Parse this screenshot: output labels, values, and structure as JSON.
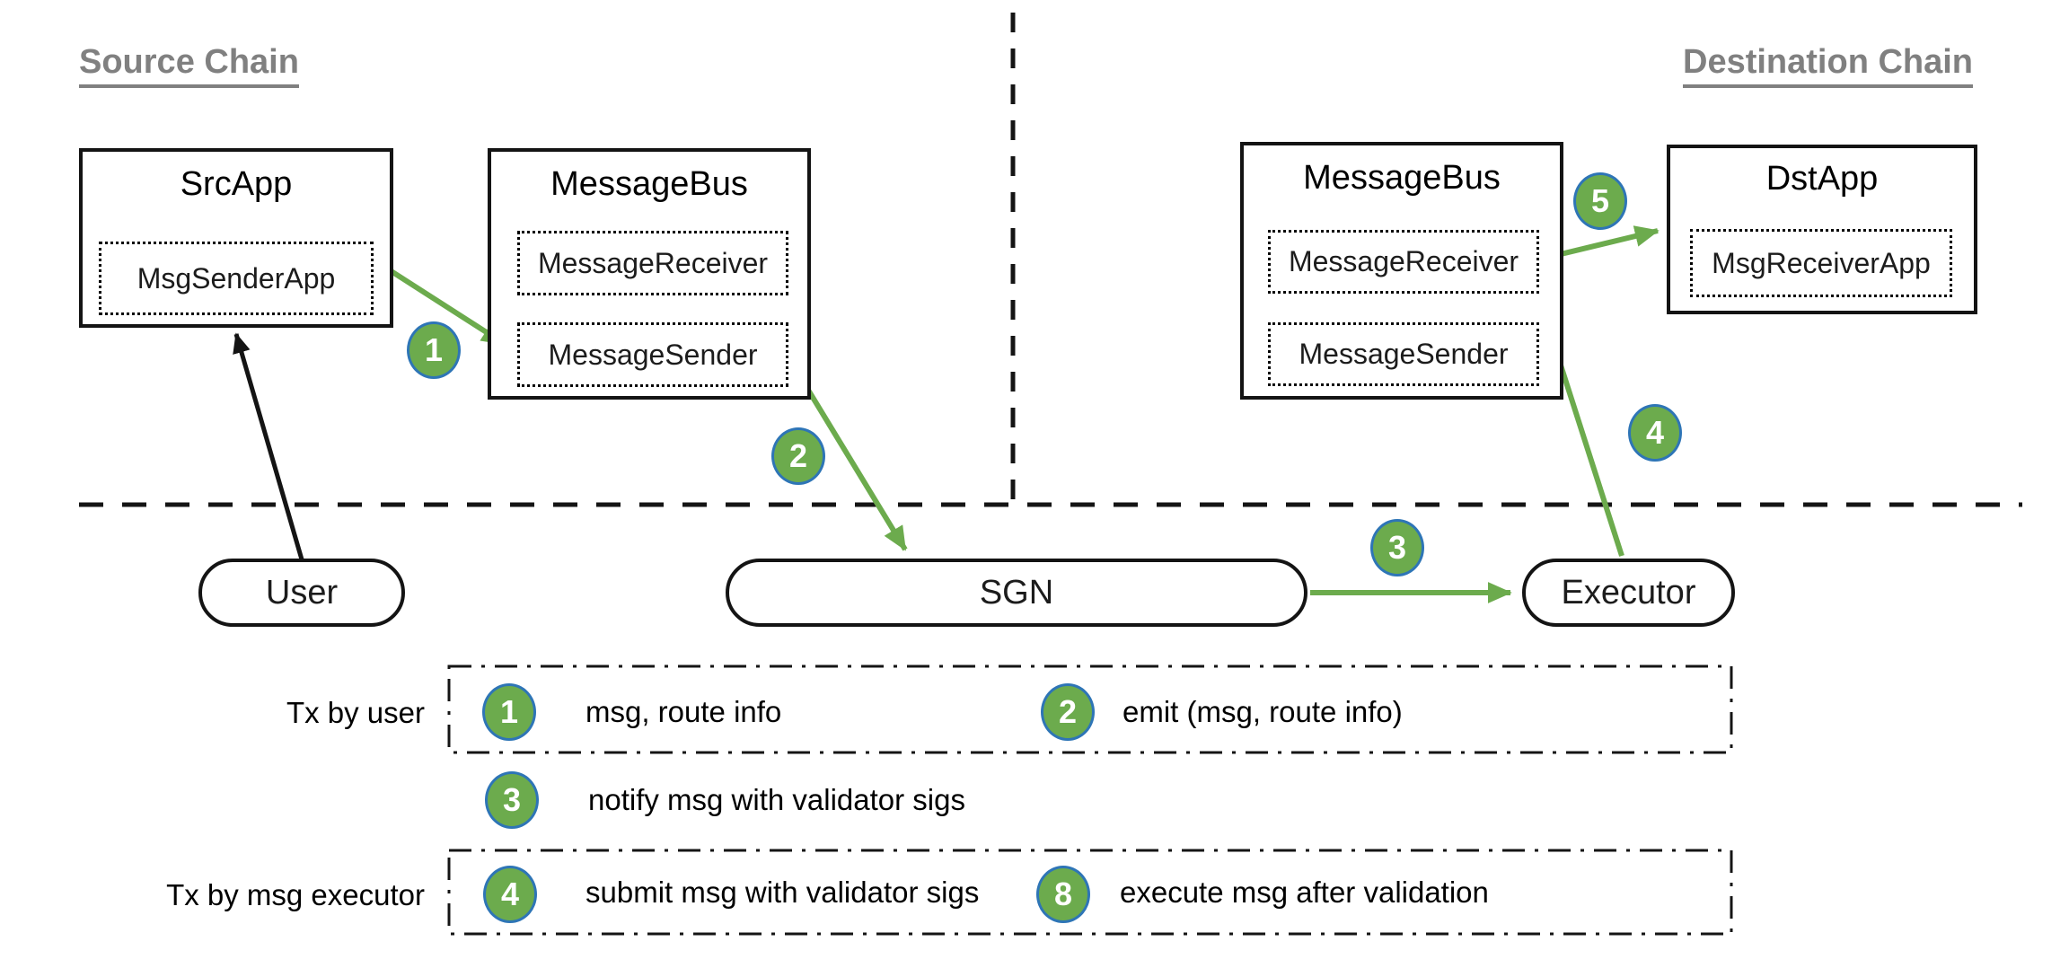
{
  "chains": {
    "source_label": "Source Chain",
    "destination_label": "Destination Chain"
  },
  "nodes": {
    "src_app": {
      "title": "SrcApp",
      "inner": "MsgSenderApp"
    },
    "msgbus_source": {
      "title": "MessageBus",
      "inner_top": "MessageReceiver",
      "inner_bottom": "MessageSender"
    },
    "msgbus_dest": {
      "title": "MessageBus",
      "inner_top": "MessageReceiver",
      "inner_bottom": "MessageSender"
    },
    "dst_app": {
      "title": "DstApp",
      "inner": "MsgReceiverApp"
    },
    "user_pill": "User",
    "sgn_pill": "SGN",
    "executor_pill": "Executor"
  },
  "step_badges": {
    "s1": "1",
    "s2": "2",
    "s3": "3",
    "s4": "4",
    "s5": "5"
  },
  "legend": {
    "row1_label": "Tx by user",
    "row2_label": "Tx by msg executor",
    "items": [
      {
        "num": "1",
        "text": "msg, route info"
      },
      {
        "num": "2",
        "text": "emit (msg, route info)"
      },
      {
        "num": "3",
        "text": "notify msg with validator sigs"
      },
      {
        "num": "4",
        "text": "submit msg with validator sigs"
      },
      {
        "num": "8",
        "text": "execute msg after validation"
      }
    ]
  },
  "colors": {
    "arrow_green": "#6cab4d",
    "badge_fill_green": "#6cab4d",
    "badge_border_blue": "#2e75b6",
    "chain_label_gray": "#808080",
    "ink_black": "#141414"
  }
}
